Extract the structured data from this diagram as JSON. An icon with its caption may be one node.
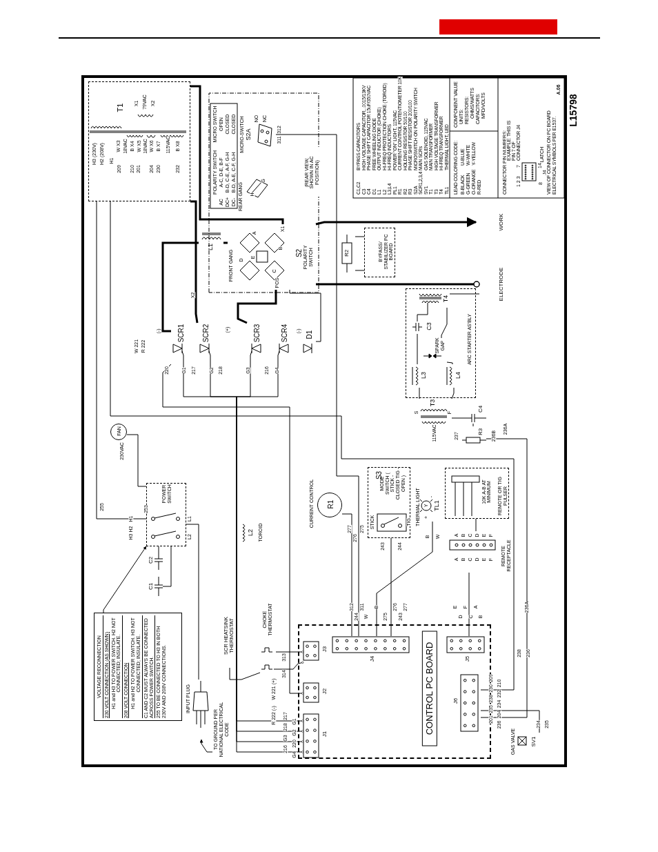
{
  "diagram": {
    "nodes": [
      {
        "text": [
          "T1"
        ]
      },
      {
        "text": [
          "S2",
          "POLARITY SWITCH"
        ]
      },
      {
        "text": [
          "MICRO-SWITCH",
          "S2A"
        ]
      },
      {
        "text": [
          "L1"
        ]
      },
      {
        "text": [
          "R2"
        ]
      },
      {
        "text": [
          "BYPASS/ STABILIZER PC BOARD"
        ]
      },
      {
        "text": [
          "WORK"
        ]
      },
      {
        "text": [
          "ELECTRODE"
        ]
      },
      {
        "text": [
          "ARC STARTER AS'BLY"
        ]
      },
      {
        "text": [
          "T4"
        ],
        "in": 8
      },
      {
        "text": [
          "C3"
        ],
        "in": 8
      },
      {
        "text": [
          "SPARK GAP"
        ],
        "in": 8
      },
      {
        "text": [
          "L3"
        ],
        "in": 8
      },
      {
        "text": [
          "L4"
        ],
        "in": 8
      },
      {
        "text": [
          "T3"
        ]
      },
      {
        "text": [
          "C4"
        ]
      },
      {
        "text": [
          "R3"
        ]
      },
      {
        "text": [
          "SCR1"
        ]
      },
      {
        "text": [
          "SCR2"
        ]
      },
      {
        "text": [
          "SCR3"
        ]
      },
      {
        "text": [
          "SCR4"
        ]
      },
      {
        "text": [
          "D1"
        ]
      },
      {
        "text": [
          "FAN"
        ],
        "beside": [
          "230VAC"
        ]
      },
      {
        "text": [
          "POWER SWITCH"
        ]
      },
      {
        "text": [
          "C2"
        ]
      },
      {
        "text": [
          "C1"
        ]
      },
      {
        "text": [
          "VOLTAGE RECONNECTION",
          "230 VOLT CONNECTION (AS SHOWN)",
          "H1 and H3 TO POWER SWITCH. H2 NOT CONNECTED; INSULATE.",
          "208 VOLT CONNECTION",
          "H1 and H2 TO POWER SWITCH. H3 NOT CONNECTED; INSULATE.",
          "C1 AND C2 MUST ALWAYS BE CONNECTED ACROSS POWER SWITCH.",
          "255 TO BE CONNECTED TO H3 IN BOTH 230V AND 208V CONNECTIONS."
        ]
      },
      {
        "text": [
          "INPUT PLUG"
        ]
      },
      {
        "text": [
          "TO GROUND PER NATIONAL ELECTRICAL CODE"
        ]
      },
      {
        "text": [
          "L2"
        ],
        "beside": [
          "TOROID"
        ]
      },
      {
        "text": [
          "SCR HEATSINK THERMOSTAT"
        ]
      },
      {
        "text": [
          "CHOKE THERMOSTAT"
        ]
      },
      {
        "text": [],
        "shape": "picture"
      },
      {
        "text": [
          "R1"
        ],
        "beside": [
          "CURRENT CONTROL"
        ]
      },
      {
        "text": [
          "S3",
          "MODE SWITCH ( STICK - CLOSED TIG - OPEN )"
        ]
      },
      {
        "text": [
          "TL1"
        ],
        "beside": [
          "THERMAL LIGHT"
        ]
      },
      {
        "text": [
          "REMOTE OR TIG PULSER"
        ]
      },
      {
        "text": [
          "REMOTE RECEPTACLE"
        ]
      },
      {
        "text": [
          "CONTROL PC BOARD"
        ]
      },
      {
        "text": [
          "J1"
        ],
        "in": 38
      },
      {
        "text": [
          "J2"
        ],
        "in": 38
      },
      {
        "text": [
          "J3"
        ],
        "in": 38
      },
      {
        "text": [
          "J4"
        ],
        "in": 38
      },
      {
        "text": [
          "J5"
        ],
        "in": 38
      },
      {
        "text": [
          "J6"
        ],
        "in": 38
      },
      {
        "text": [
          "SV1"
        ],
        "beside": [
          "GAS VALVE"
        ]
      }
    ],
    "edges": [
      {
        "from": 0,
        "to": 1,
        "arrow": "none",
        "style": "thick"
      },
      {
        "from": 0,
        "to": 18,
        "arrow": "none",
        "style": "thick"
      },
      {
        "from": 3,
        "to": 1,
        "arrow": "none",
        "style": "thick"
      },
      {
        "from": 3,
        "to": 17,
        "arrow": "none",
        "style": "thick"
      },
      {
        "from": 1,
        "to": 19,
        "arrow": "none",
        "style": "thick"
      },
      {
        "from": 1,
        "to": 6,
        "arrow": "to",
        "style": "thick"
      },
      {
        "from": 1,
        "to": 7,
        "arrow": "other",
        "style": "thick"
      },
      {
        "from": 4,
        "to": 5,
        "arrow": "none"
      },
      {
        "from": 4,
        "to": 5,
        "arrow": "none"
      },
      {
        "from": 9,
        "to": 7,
        "arrow": "none"
      },
      {
        "from": 9,
        "to": 10,
        "arrow": "none"
      },
      {
        "from": 10,
        "to": 12,
        "arrow": "none"
      },
      {
        "from": 9,
        "to": 11,
        "arrow": "none"
      },
      {
        "from": 11,
        "to": 13,
        "arrow": "none"
      },
      {
        "from": 12,
        "to": 14,
        "arrow": "none"
      },
      {
        "from": 13,
        "to": 14,
        "arrow": "none"
      },
      {
        "from": 14,
        "to": 15,
        "arrow": "none"
      },
      {
        "from": 15,
        "to": 16,
        "arrow": "none"
      },
      {
        "from": 16,
        "to": 44,
        "arrow": "none"
      },
      {
        "from": 17,
        "to": 39,
        "arrow": "other"
      },
      {
        "from": 18,
        "to": 39,
        "arrow": "other"
      },
      {
        "from": 19,
        "to": 39,
        "arrow": "other"
      },
      {
        "from": 20,
        "to": 39,
        "arrow": "other"
      },
      {
        "from": 22,
        "to": 23,
        "arrow": "none"
      },
      {
        "from": 23,
        "to": 27,
        "arrow": "none"
      },
      {
        "from": 24,
        "to": 23,
        "arrow": "none"
      },
      {
        "from": 25,
        "to": 23,
        "arrow": "none"
      },
      {
        "from": 23,
        "to": 0,
        "arrow": "none"
      },
      {
        "from": 26,
        "to": 23,
        "arrow": "to"
      },
      {
        "from": 28,
        "to": 27,
        "arrow": "to"
      },
      {
        "from": 30,
        "to": 32,
        "arrow": "none"
      },
      {
        "from": 31,
        "to": 41,
        "arrow": "other"
      },
      {
        "from": 32,
        "to": 41,
        "arrow": "other"
      },
      {
        "from": 17,
        "to": 40,
        "arrow": "other"
      },
      {
        "from": 2,
        "to": 42,
        "arrow": "none"
      },
      {
        "from": 33,
        "to": 42,
        "arrow": "none"
      },
      {
        "from": 34,
        "to": 42,
        "arrow": "none"
      },
      {
        "from": 35,
        "to": 42,
        "arrow": "none"
      },
      {
        "from": 36,
        "to": 37,
        "arrow": "none"
      },
      {
        "from": 37,
        "to": 43,
        "arrow": "none"
      },
      {
        "from": 44,
        "to": 45,
        "arrow": "none"
      },
      {
        "from": 0,
        "to": 44,
        "arrow": "none"
      },
      {
        "from": 21,
        "to": 1,
        "arrow": "none"
      }
    ],
    "labels": [
      "H3 (230V)",
      "H2 (208V)",
      "H1",
      "X1",
      "79VAC",
      "X2",
      "W X3",
      "18VAC",
      "B X4",
      "W X5",
      "18VAC",
      "W X6",
      "B X7",
      "115VAC",
      "B X8",
      "209",
      "210",
      "201",
      "204",
      "230",
      "232",
      "POLARITY SWITCH",
      "MICRO SWITCH",
      "AC",
      "A-C, D-E, B-F",
      "OPEN",
      "DC+",
      "B-D, C-E, A-F, G-H",
      "CLOSED",
      "DC-",
      "B-D, A-E, C-F, G-H",
      "CLOSED",
      "NO",
      "NC",
      "312",
      "311",
      "G",
      "H",
      "REAR GANG",
      "(REAR VIEW, SHOWN IN AC POSITION)",
      "A",
      "X1",
      "B",
      "E",
      "D",
      "C",
      "POS",
      "FRONT GANG",
      "X2",
      "(-)",
      "W 221",
      "R 222",
      "(+)",
      "(-)",
      "220",
      "G1",
      "217",
      "G2",
      "218",
      "G3",
      "216",
      "G4",
      "S",
      "F",
      "115VAC",
      "237",
      "236B",
      "236A",
      "255",
      "253",
      "H1",
      "H2",
      "H3",
      "L1",
      "L2",
      "277",
      "276",
      "275",
      "STICK",
      "TIG",
      "243",
      "244",
      "+",
      "Y",
      "-",
      "B",
      "W",
      "10K A-B AT MINIMUM",
      "A",
      "B",
      "C",
      "D",
      "E",
      "F",
      "A",
      "B",
      "C",
      "D",
      "E",
      "F",
      "312",
      "244",
      "311",
      "W",
      "B",
      "275",
      "276",
      "243",
      "277",
      "E",
      "D",
      "F",
      "C",
      "A",
      "B",
      "313",
      "314",
      "W 221 (+)",
      "R 222 (-)",
      "217",
      "G1",
      "218",
      "G2",
      "G3",
      "220",
      "216",
      "G4",
      "209",
      "210",
      "230",
      "232",
      "238",
      "234",
      "235",
      "204",
      "201",
      "236",
      "238",
      "236",
      "236A",
      "234",
      "235",
      "C1,C2",
      "BYPASS CAPACITORS",
      "C3",
      "HIGH VOLTAGE CAPACITOR, .0015/13KV",
      "C4",
      "PHASE SHIFT CAPACITOR 15uF/350VAC",
      "D1",
      "FREE WHEELING DIODE",
      "L1",
      "OUTPUT INDUCTOR (CHOKE)",
      "L2",
      "HI-FREQ PROTECTION CHOKE (TOROID)",
      "L3,L4",
      "HI-FREQ INDUCTORS",
      "PL1",
      "POWER \"ON\" LIGHT, 115VAC",
      "R1",
      "CURRENT CONTROL POTENTIOMETER 10K",
      "R2",
      "HOLDING RESISTOR 50/100",
      "R3",
      "PHASE SHIFT RESISTOR 200/100",
      "S2A",
      "MICROSWITCH ON POLARITY SWITCH",
      "SCR1,2,3,4",
      "MAIN SCRs",
      "SV1",
      "GAS SOLENOID, 115VAC",
      "T1",
      "MAIN TRANSFORMER",
      "T3",
      "HIGH VOLTAGE TRANSFORMER",
      "T4",
      "HI-FREQ TRANSFORMER",
      "TL1",
      "THERMAL LIGHT, LED",
      "LEAD COLORING CODE:",
      "B-BLACK",
      "G-GREEN",
      "O-ORANGE",
      "R-RED",
      "U-BLUE",
      "W-WHITE",
      "Y-YELLOW",
      "COMPONENT VALUE",
      "UNITS:",
      "RESISTORS:",
      "OHMS/WATTS",
      "CAPACITORS:",
      "MFD/VOLTS",
      "CONNECTOR PIN NUMBERS:",
      "EXAMPLE: THIS IS PIN 7 OF CONNECTOR J4",
      "1 2 3",
      "7",
      "8",
      "14",
      "J4",
      "LATCH",
      "VIEW OF CONNECTOR ON PC BOARD",
      "ELECTRICAL SYMBOLS PER E1537.",
      "A.06",
      "L15798"
    ]
  }
}
